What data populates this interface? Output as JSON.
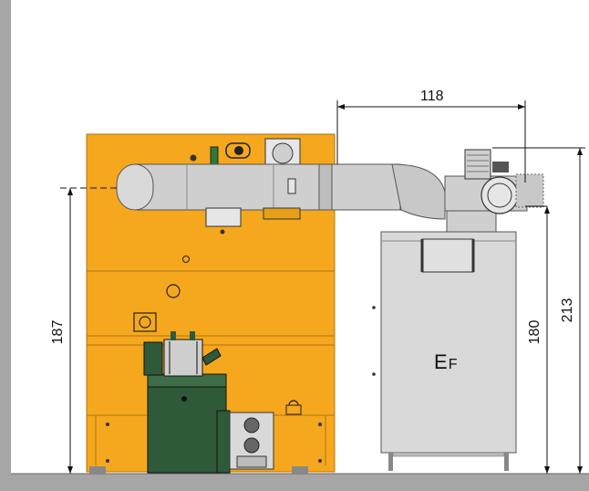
{
  "dimensions": {
    "total_height": "213",
    "boiler_axis_height": "187",
    "filter_height": "180",
    "horizontal_offset": "118"
  },
  "filter_unit": {
    "label_main": "E",
    "label_sub": "F"
  },
  "colors": {
    "boiler": "#f5a81e",
    "boiler_dark": "#c98412",
    "filter_body": "#d9d9d9",
    "pipe": "#cfcfcf",
    "feeder": "#2e5a3a",
    "floor": "#a6a6a6"
  }
}
